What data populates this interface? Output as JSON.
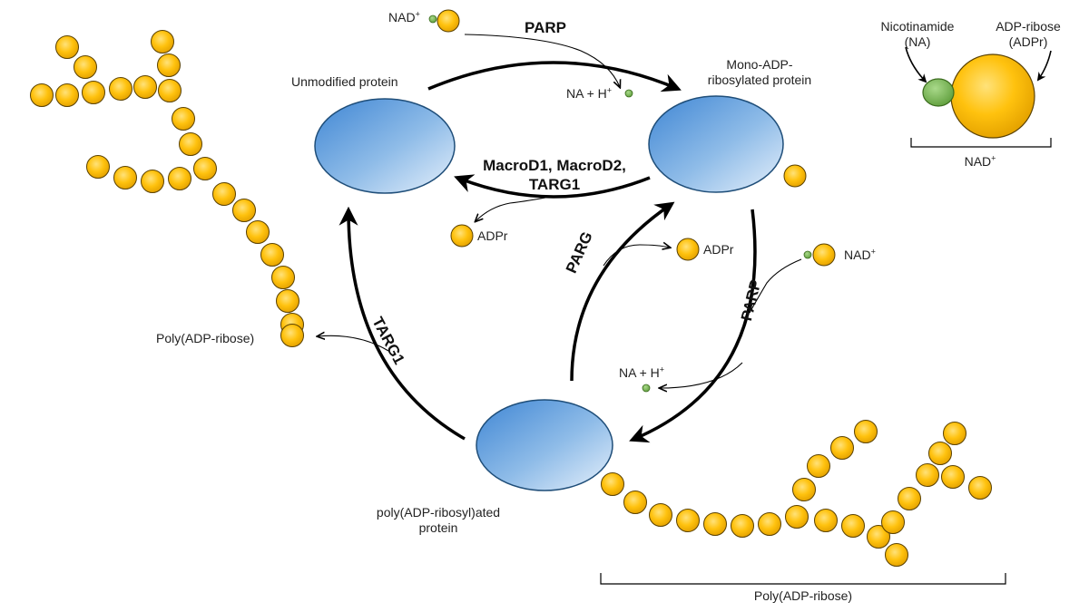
{
  "labels": {
    "unmodified_protein": "Unmodified protein",
    "mono_line1": "Mono-ADP-",
    "mono_line2": "ribosylated protein",
    "poly_protein_line1": "poly(ADP-ribosyl)ated",
    "poly_protein_line2": "protein",
    "poly_adp_ribose": "Poly(ADP-ribose)",
    "poly_adp_ribose_bracket": "Poly(ADP-ribose)",
    "nad_plus_top": "NAD",
    "nad_plus_right": "NAD",
    "na_h_top": "NA + H",
    "na_h_middle": "NA + H",
    "adpr_left": "ADPr",
    "adpr_middle": "ADPr",
    "plus_sign": "+"
  },
  "enzymes": {
    "parp_top": "PARP",
    "macro_line1": "MacroD1, MacroD2,",
    "macro_line2": "TARG1",
    "parg": "PARG",
    "parp_right": "PARP",
    "targ1_left": "TARG1"
  },
  "legend": {
    "nicotinamide_line1": "Nicotinamide",
    "nicotinamide_line2": "(NA)",
    "adp_ribose_line1": "ADP-ribose",
    "adp_ribose_line2": "(ADPr)",
    "nad_caption": "NAD"
  },
  "colors": {
    "protein": "#5b9bd5",
    "adp_ribose_unit": "#ffc000",
    "nicotinamide": "#70ad47",
    "arrow": "#000000"
  }
}
